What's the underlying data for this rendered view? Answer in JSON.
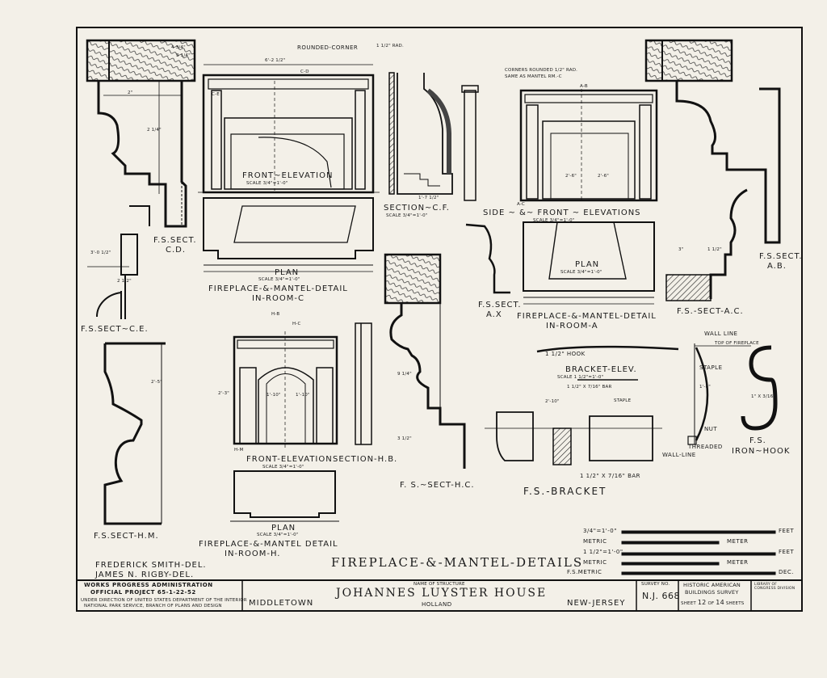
{
  "sheet_title": "FIREPLACE-&-MANTEL-DETAILS",
  "title_block": {
    "agency_line1": "WORKS PROGRESS ADMINISTRATION",
    "agency_line2": "OFFICIAL PROJECT 65-1-22-52",
    "agency_line3": "UNDER DIRECTION OF UNITED STATES DEPARTMENT OF THE INTERIOR",
    "agency_line4": "NATIONAL PARK SERVICE, BRANCH OF PLANS AND DESIGN",
    "name_caption": "NAME OF STRUCTURE",
    "structure_name": "JOHANNES LUYSTER HOUSE",
    "town": "HOLLAND",
    "county": "MIDDLETOWN",
    "state": "NEW-JERSEY",
    "survey_caption": "SURVEY NO.",
    "survey_no": "N.J. 668",
    "survey_name_line1": "HISTORIC AMERICAN",
    "survey_name_line2": "BUILDINGS SURVEY",
    "sheet_prefix": "SHEET",
    "sheet_no": "12",
    "sheet_of": "OF",
    "sheet_total": "14",
    "sheet_suffix": "SHEETS"
  },
  "delineators": [
    "FREDERICK SMITH-DEL.",
    "JAMES N. RIGBY-DEL."
  ],
  "labels": {
    "rounded_corner": "ROUNDED-CORNER",
    "front_elevation_c": "FRONT~ELEVATION",
    "scale_c": "SCALE 3/4\"=1'-0\"",
    "section_cf": "SECTION~C.F.",
    "scale_cf": "SCALE 3/4\"=1'-0\"",
    "plan_c": "PLAN",
    "scale_plan_c": "SCALE 3/4\"=1'-0\"",
    "detail_room_c_1": "FIREPLACE-&-MANTEL-DETAIL",
    "detail_room_c_2": "IN-ROOM-C",
    "fs_sect_cd_1": "F.S.SECT.",
    "fs_sect_cd_2": "C.D.",
    "fs_sect_ce": "F.S.SECT~C.E.",
    "corners_note_1": "CORNERS ROUNDED 1/2\" RAD.",
    "corners_note_2": "SAME AS MANTEL RM.-C",
    "side_front_elev": "SIDE ~ &~ FRONT ~ ELEVATIONS",
    "scale_side_front": "SCALE 3/4\"=1'-0\"",
    "plan_a": "PLAN",
    "scale_plan_a": "SCALE 3/4\"=1'-0\"",
    "detail_room_a_1": "FIREPLACE-&-MANTEL-DETAIL",
    "detail_room_a_2": "IN-ROOM-A",
    "fs_sect_ax_1": "F.S.SECT.",
    "fs_sect_ax_2": "A.X",
    "fs_sect_ab_1": "F.S.SECT.",
    "fs_sect_ab_2": "A.B.",
    "fs_sect_ac": "F.S.-SECT-A.C.",
    "front_elev_hb": "FRONT-ELEVATION",
    "section_hb": "SECTION-H.B.",
    "scale_hb": "SCALE 3/4\"=1'-0\"",
    "plan_h": "PLAN",
    "scale_plan_h": "SCALE 3/4\"=1'-0\"",
    "detail_room_h_1": "FIREPLACE-&-MANTEL DETAIL",
    "detail_room_h_2": "IN-ROOM-H.",
    "fs_sect_hc": "F. S.~SECT-H.C.",
    "fs_sect_hm": "F.S.SECT-H.M.",
    "bracket_elev": "BRACKET-ELEV.",
    "scale_bracket": "SCALE 1 1/2\"=1'-0\"",
    "fs_bracket": "F.S.-BRACKET",
    "wall_line_top": "WALL LINE",
    "top_of_fireplace": "TOP OF FIREPLACE",
    "staple": "STAPLE",
    "hook": "1 1/2\" HOOK",
    "nut": "NUT",
    "threaded": "THREADED",
    "wall_line_bottom": "WALL-LINE",
    "bar_bottom": "1 1/2\" x 7/16\" BAR",
    "bar_top": "1 1/2\" x 7/16\" BAR",
    "staple_2": "STAPLE",
    "fs_iron_hook_1": "F.S.",
    "fs_iron_hook_2": "IRON~HOOK",
    "hook_dim": "1\" x 3/16\""
  },
  "dimensions": [
    "1 1/2\" RAD.",
    "6'-2 1/2\"",
    "2\"",
    "2 1/4\"",
    "C-E",
    "C-D",
    "4 3/4\"",
    "3 1/4\"",
    "2 1/2\"",
    "1'-7 1/2\"",
    "2'-6\"",
    "2'-6\"",
    "2'-10\"",
    "1'-10\"",
    "1'-10\"",
    "3'-0 1/2\"",
    "2'-3\"",
    "9 1/4\"",
    "3 1/2\"",
    "2'-5\"",
    "1'-8\"",
    "3\"",
    "1 1/2\"",
    "H-B",
    "H-C",
    "H-M",
    "A-B",
    "A-C"
  ],
  "scale_bars": [
    {
      "label": "3/4\"=1'-0\"",
      "unit": "FEET"
    },
    {
      "label": "METRIC",
      "unit": "METER"
    },
    {
      "label": "1 1/2\"=1'-0\"",
      "unit": "FEET"
    },
    {
      "label": "METRIC",
      "unit": "METER"
    },
    {
      "label": "F.S.METRIC",
      "unit": "DEC."
    }
  ],
  "stamp": "LIBRARY OF CONGRESS DIVISION"
}
